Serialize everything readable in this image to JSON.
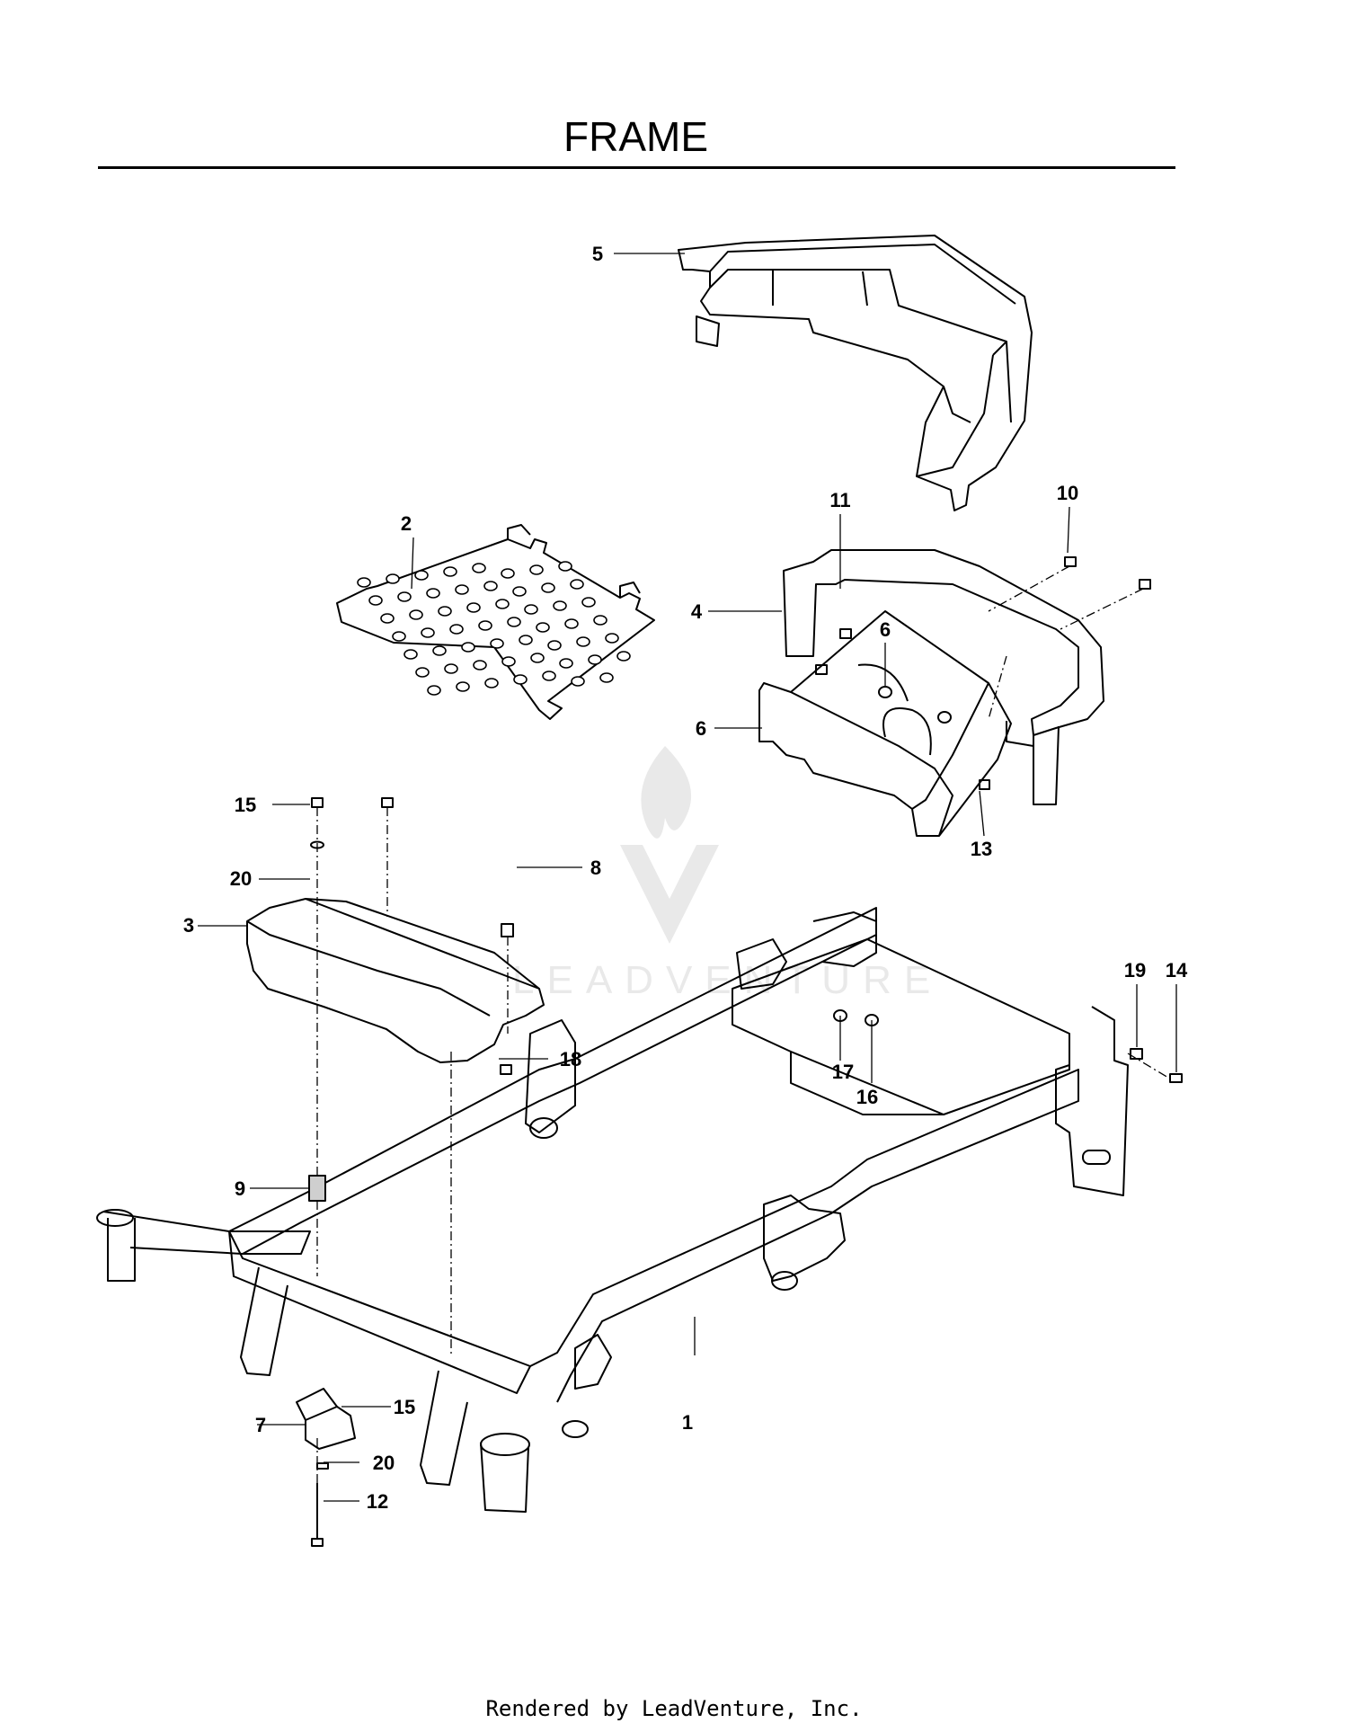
{
  "title": "FRAME",
  "footer": "Rendered by LeadVenture, Inc.",
  "callouts": [
    {
      "id": "c1",
      "label": "1"
    },
    {
      "id": "c2",
      "label": "2"
    },
    {
      "id": "c3",
      "label": "3"
    },
    {
      "id": "c4",
      "label": "4"
    },
    {
      "id": "c5",
      "label": "5"
    },
    {
      "id": "c6a",
      "label": "6"
    },
    {
      "id": "c6b",
      "label": "6"
    },
    {
      "id": "c7",
      "label": "7"
    },
    {
      "id": "c8",
      "label": "8"
    },
    {
      "id": "c9",
      "label": "9"
    },
    {
      "id": "c10",
      "label": "10"
    },
    {
      "id": "c11",
      "label": "11"
    },
    {
      "id": "c12",
      "label": "12"
    },
    {
      "id": "c13",
      "label": "13"
    },
    {
      "id": "c14",
      "label": "14"
    },
    {
      "id": "c15a",
      "label": "15"
    },
    {
      "id": "c15b",
      "label": "15"
    },
    {
      "id": "c16",
      "label": "16"
    },
    {
      "id": "c17",
      "label": "17"
    },
    {
      "id": "c18",
      "label": "18"
    },
    {
      "id": "c19",
      "label": "19"
    },
    {
      "id": "c20a",
      "label": "20"
    },
    {
      "id": "c20b",
      "label": "20"
    }
  ],
  "watermark": "LEADVENTURE"
}
